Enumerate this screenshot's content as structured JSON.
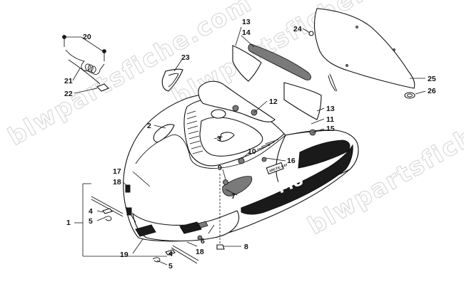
{
  "watermark": {
    "text": "blwpartsfiche.com"
  },
  "logo_text": "ARCTIC CAT",
  "decal_text": "M8",
  "callouts": [
    "20",
    "21",
    "22",
    "23",
    "13",
    "14",
    "24",
    "25",
    "26",
    "12",
    "2",
    "3",
    "13",
    "11",
    "15",
    "10",
    "16",
    "9",
    "17",
    "18",
    "7",
    "1",
    "4",
    "5",
    "6",
    "8",
    "18",
    "19",
    "4",
    "5"
  ]
}
